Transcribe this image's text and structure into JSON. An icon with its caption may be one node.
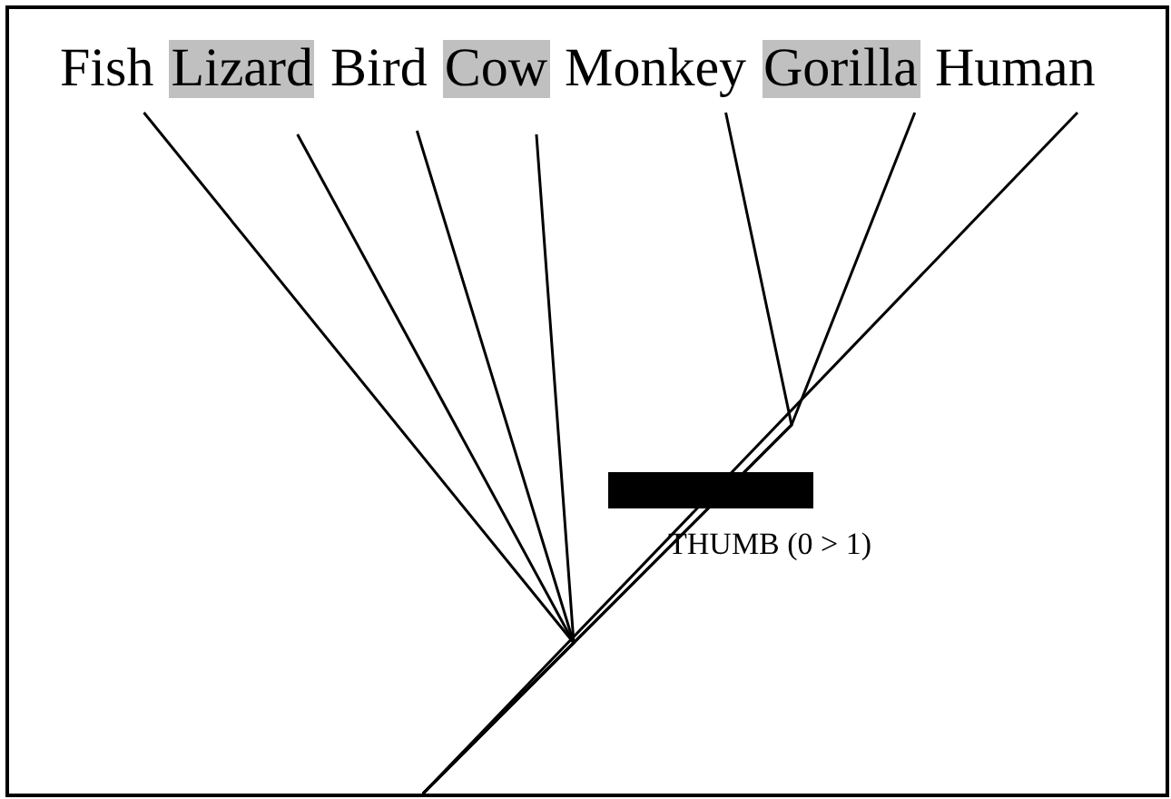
{
  "diagram": {
    "nodes": [
      {
        "text": [
          "Fish"
        ]
      },
      {
        "text": [
          "Lizard"
        ]
      },
      {
        "text": [
          "Bird"
        ]
      },
      {
        "text": [
          "Cow"
        ]
      },
      {
        "text": [
          "Monkey"
        ]
      },
      {
        "text": [
          "Gorilla"
        ]
      },
      {
        "text": [
          "Human"
        ]
      },
      {
        "text": [],
        "shape": "bar"
      }
    ],
    "edges": [
      {
        "from": null,
        "to": 0,
        "arrow": "none"
      },
      {
        "from": null,
        "to": 1,
        "arrow": "none"
      },
      {
        "from": null,
        "to": 2,
        "arrow": "none"
      },
      {
        "from": null,
        "to": 3,
        "arrow": "none"
      },
      {
        "from": null,
        "to": 4,
        "arrow": "none"
      },
      {
        "from": null,
        "to": 5,
        "arrow": "none"
      },
      {
        "from": null,
        "to": 6,
        "arrow": "none"
      }
    ],
    "labels": [
      "THUMB (0 > 1)"
    ]
  }
}
